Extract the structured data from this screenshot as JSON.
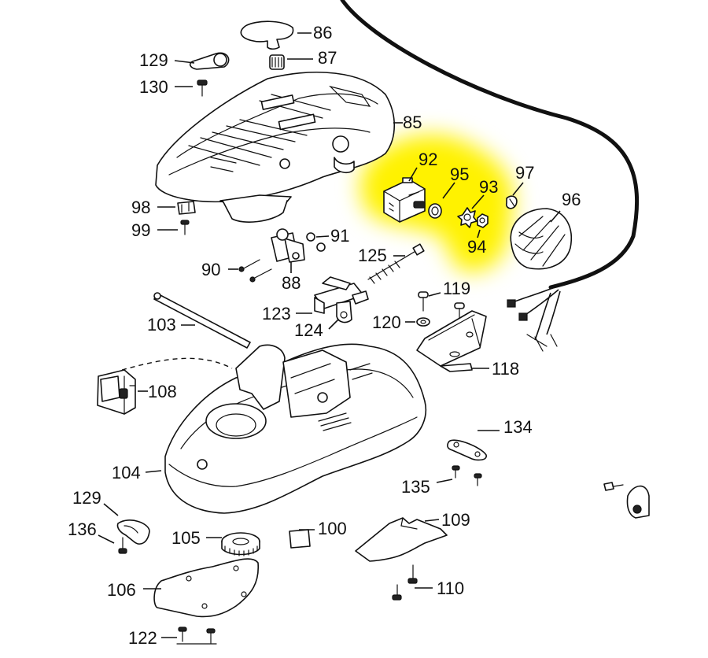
{
  "highlight_color": "#fff200",
  "line_color": "#111111",
  "background_color": "#ffffff",
  "callouts": {
    "c86": "86",
    "c87": "87",
    "c129a": "129",
    "c130": "130",
    "c85": "85",
    "c92": "92",
    "c95": "95",
    "c93": "93",
    "c97": "97",
    "c96": "96",
    "c94": "94",
    "c98": "98",
    "c99": "99",
    "c91": "91",
    "c90": "90",
    "c88": "88",
    "c125": "125",
    "c119": "119",
    "c103": "103",
    "c123": "123",
    "c124": "124",
    "c120": "120",
    "c118": "118",
    "c108": "108",
    "c134": "134",
    "c104": "104",
    "c135": "135",
    "c129b": "129",
    "c109": "109",
    "c136": "136",
    "c105": "105",
    "c100": "100",
    "c106": "106",
    "c110": "110",
    "c122": "122"
  }
}
